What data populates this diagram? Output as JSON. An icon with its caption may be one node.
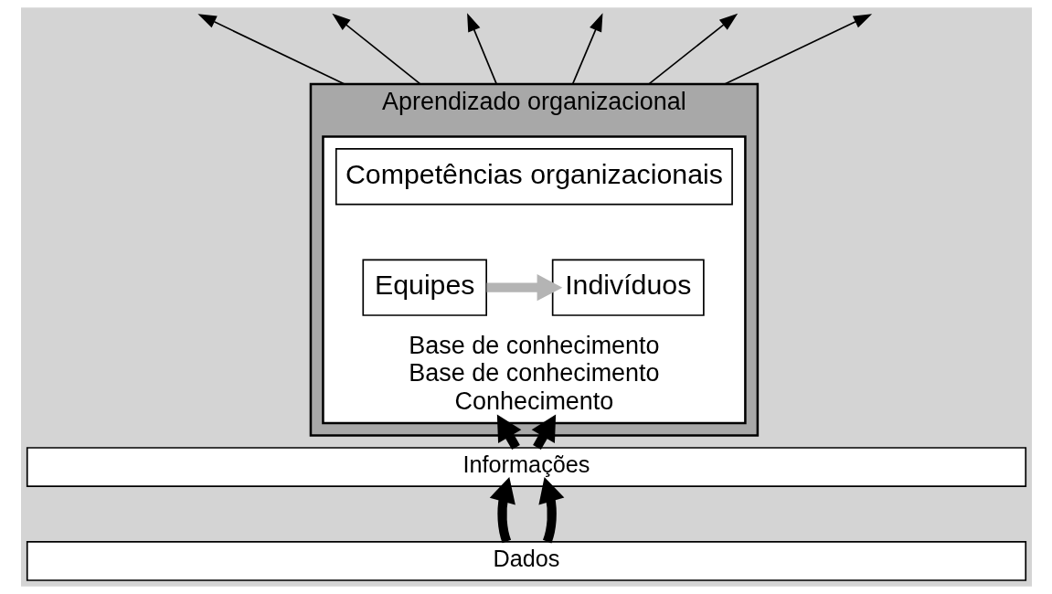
{
  "diagram": {
    "nodes": [
      {
        "text": [
          "Aprendizado organizacional"
        ]
      },
      {
        "text": [
          "Base de conhecimento",
          "Base de conhecimento",
          "Conhecimento"
        ],
        "in": 0
      },
      {
        "text": [
          "Competências organizacionais"
        ],
        "in": 1
      },
      {
        "text": [
          "Equipes"
        ],
        "in": 1
      },
      {
        "text": [
          "Indivíduos"
        ],
        "in": 1
      },
      {
        "text": [
          "Informações"
        ]
      },
      {
        "text": [
          "Dados"
        ]
      }
    ],
    "edges": [
      {
        "from": 3,
        "to": 4,
        "arrow": "to",
        "style": "thick",
        "color": "#b4b4b4"
      },
      {
        "from": 5,
        "to": 1,
        "arrow": "to",
        "style": "thick"
      },
      {
        "from": 5,
        "to": 1,
        "arrow": "to",
        "style": "thick"
      },
      {
        "from": 6,
        "to": 5,
        "arrow": "to",
        "style": "thick"
      },
      {
        "from": 6,
        "to": 5,
        "arrow": "to",
        "style": "thick"
      },
      {
        "from": 0,
        "to": null,
        "arrow": "to"
      },
      {
        "from": 0,
        "to": null,
        "arrow": "to"
      },
      {
        "from": 0,
        "to": null,
        "arrow": "to"
      },
      {
        "from": 0,
        "to": null,
        "arrow": "to"
      },
      {
        "from": 0,
        "to": null,
        "arrow": "to"
      },
      {
        "from": 0,
        "to": null,
        "arrow": "to"
      }
    ]
  }
}
